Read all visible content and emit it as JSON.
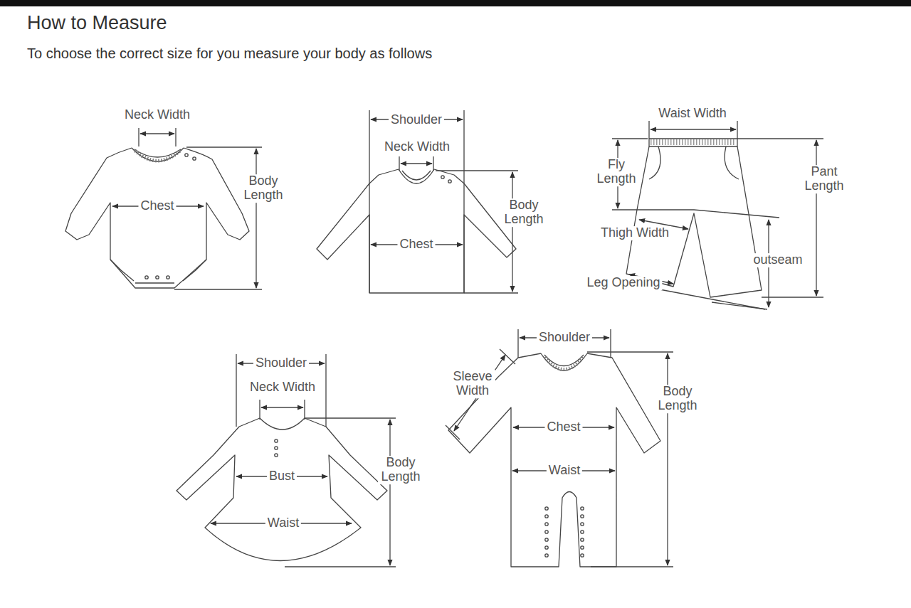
{
  "diagram": {
    "title": "How to Measure",
    "caption": "To choose the correct size for you measure your body as follows",
    "labels": [
      "Neck Width",
      "Body Length",
      "Chest",
      "Shoulder",
      "Neck Width",
      "Body Length",
      "Chest",
      "Waist Width",
      "Fly Length",
      "Pant Length",
      "Thigh Width",
      "outseam",
      "Leg Opening",
      "Shoulder",
      "Neck Width",
      "Body Length",
      "Bust",
      "Waist",
      "Shoulder",
      "Sleeve Width",
      "Body Length",
      "Chest",
      "Waist"
    ]
  }
}
